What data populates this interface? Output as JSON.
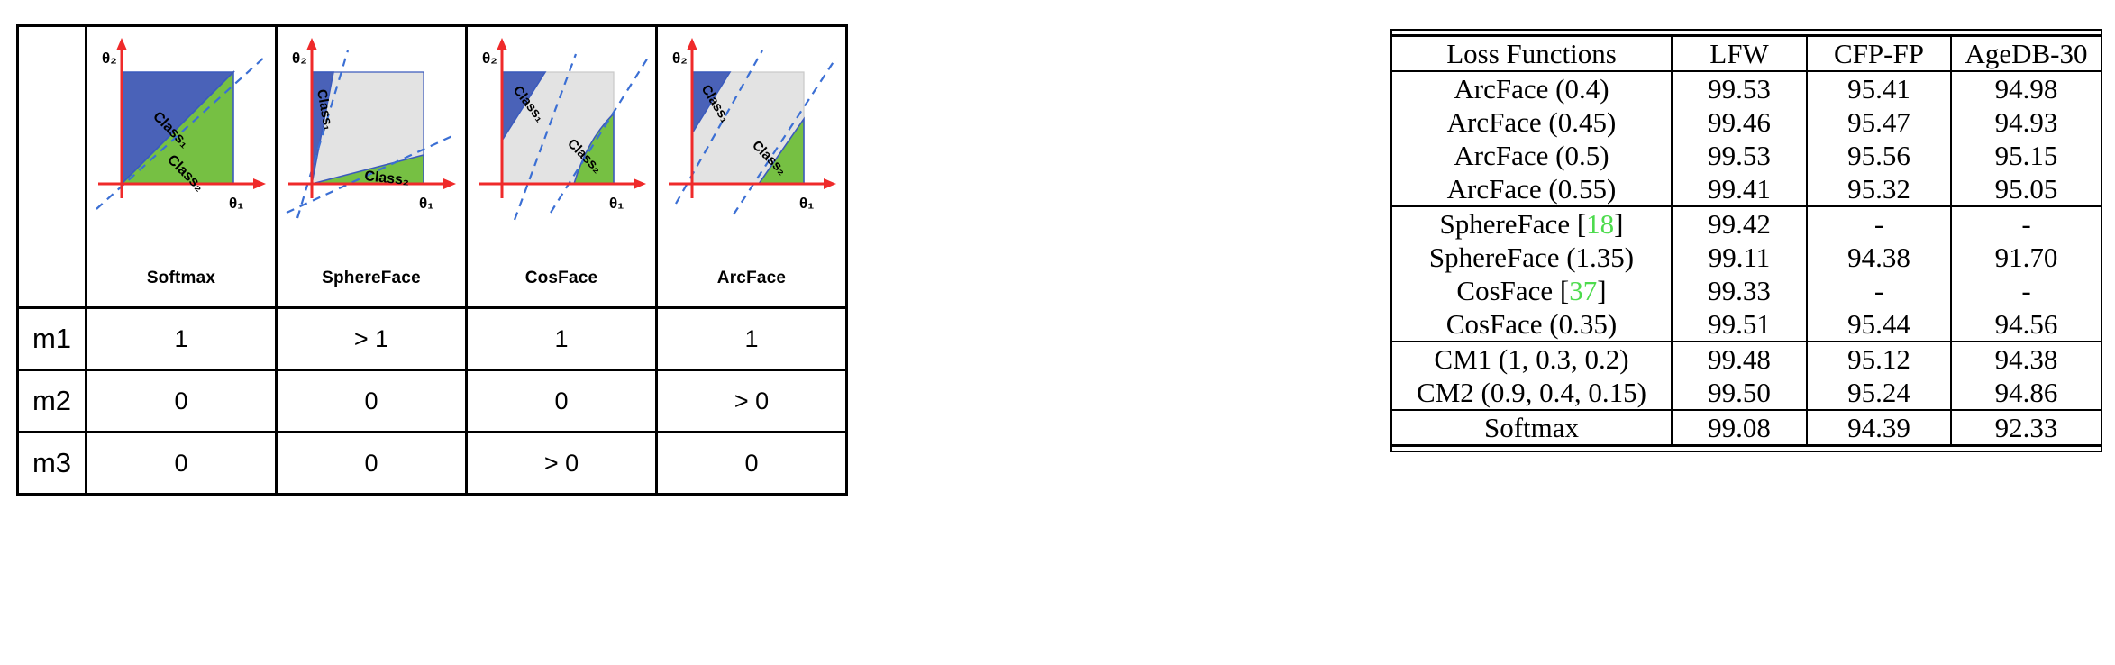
{
  "figure": {
    "axis_labels": {
      "x": "θ1",
      "y": "θ2"
    },
    "class_labels": {
      "c1": "Class₁",
      "c2": "Class₂"
    },
    "panels": [
      {
        "name": "Softmax",
        "m1": "1",
        "m2": "0",
        "m3": "0"
      },
      {
        "name": "SphereFace",
        "m1": "> 1",
        "m2": "0",
        "m3": "0"
      },
      {
        "name": "CosFace",
        "m1": "1",
        "m2": "0",
        "m3": "> 0"
      },
      {
        "name": "ArcFace",
        "m1": "1",
        "m2": "> 0",
        "m3": "0"
      }
    ],
    "row_labels": {
      "m1": "m1",
      "m2": "m2",
      "m3": "m3"
    },
    "colors": {
      "class1_blue": "#4a62b8",
      "class2_green": "#76c043",
      "margin_gray": "#e3e3e3",
      "axis_red": "#ef2a2a",
      "boundary_blue": "#3b5bbd"
    }
  },
  "results_table": {
    "headers": [
      "Loss Functions",
      "LFW",
      "CFP-FP",
      "AgeDB-30"
    ],
    "groups": [
      {
        "rows": [
          {
            "name": "ArcFace (0.4)",
            "cite": "",
            "lfw": "99.53",
            "cfp": "95.41",
            "age": "94.98",
            "bold": false
          },
          {
            "name": "ArcFace (0.45)",
            "cite": "",
            "lfw": "99.46",
            "cfp": "95.47",
            "age": "94.93",
            "bold": false
          },
          {
            "name": "ArcFace (0.5)",
            "cite": "",
            "lfw": "99.53",
            "cfp": "95.56",
            "age": "95.15",
            "bold": true
          },
          {
            "name": "ArcFace (0.55)",
            "cite": "",
            "lfw": "99.41",
            "cfp": "95.32",
            "age": "95.05",
            "bold": false
          }
        ]
      },
      {
        "rows": [
          {
            "name": "SphereFace",
            "cite": "18",
            "lfw": "99.42",
            "cfp": "-",
            "age": "-",
            "bold": false
          },
          {
            "name": "SphereFace (1.35)",
            "cite": "",
            "lfw": "99.11",
            "cfp": "94.38",
            "age": "91.70",
            "bold": false
          },
          {
            "name": "CosFace",
            "cite": "37",
            "lfw": "99.33",
            "cfp": "-",
            "age": "-",
            "bold": false
          },
          {
            "name": "CosFace (0.35)",
            "cite": "",
            "lfw": "99.51",
            "cfp": "95.44",
            "age": "94.56",
            "bold": false
          }
        ]
      },
      {
        "rows": [
          {
            "name": "CM1 (1, 0.3, 0.2)",
            "cite": "",
            "lfw": "99.48",
            "cfp": "95.12",
            "age": "94.38",
            "bold": false
          },
          {
            "name": "CM2 (0.9, 0.4, 0.15)",
            "cite": "",
            "lfw": "99.50",
            "cfp": "95.24",
            "age": "94.86",
            "bold": false
          }
        ]
      },
      {
        "rows": [
          {
            "name": "Softmax",
            "cite": "",
            "lfw": "99.08",
            "cfp": "94.39",
            "age": "92.33",
            "bold": false
          }
        ]
      }
    ]
  }
}
